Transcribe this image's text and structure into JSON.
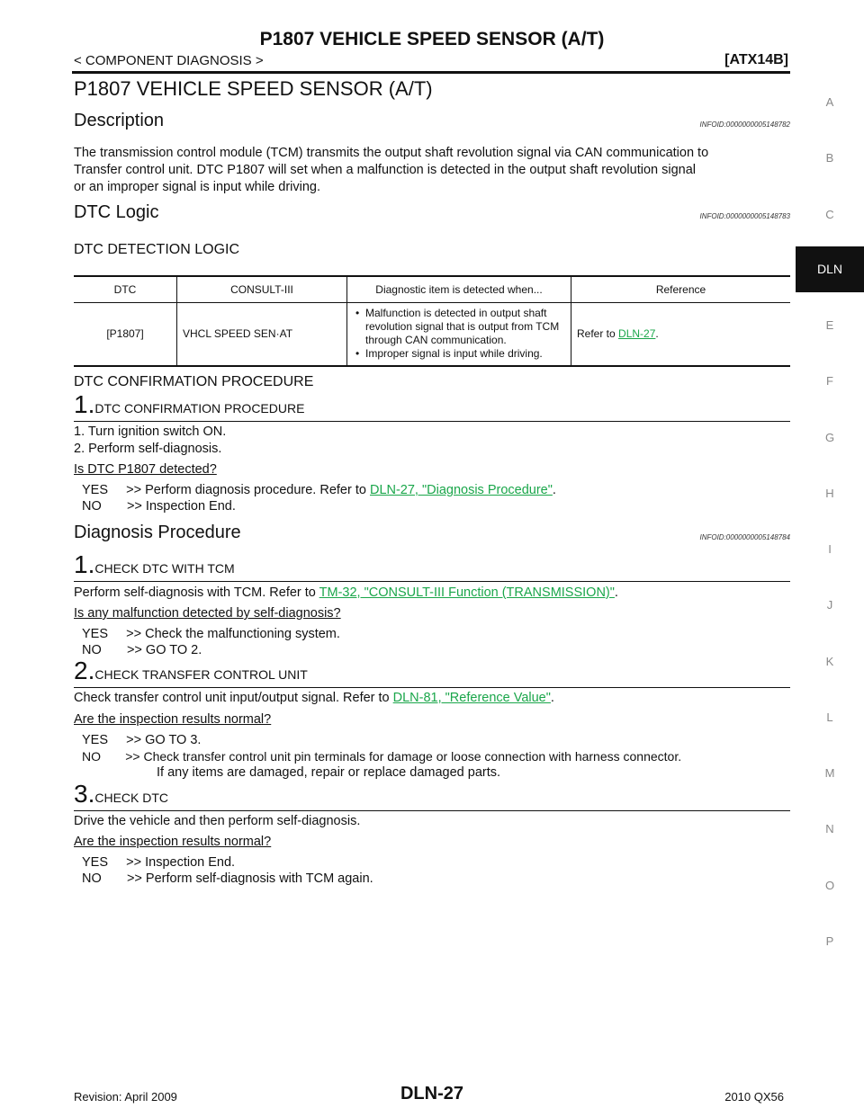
{
  "header": {
    "title": "P1807 VEHICLE SPEED SENSOR (A/T)",
    "section": "< COMPONENT DIAGNOSIS >",
    "code": "[ATX14B]"
  },
  "page_title": "P1807 VEHICLE SPEED SENSOR (A/T)",
  "description": {
    "heading": "Description",
    "infoid": "INFOID:0000000005148782",
    "lines": [
      "The transmission control module (TCM) transmits the output shaft revolution signal via CAN communication to",
      "Transfer control unit.  DTC P1807 will set when a malfunction is detected in the output shaft revolution signal",
      "or an improper signal is input while driving."
    ]
  },
  "dtc_logic": {
    "heading": "DTC Logic",
    "infoid": "INFOID:0000000005148783",
    "detection_heading": "DTC DETECTION LOGIC",
    "table": {
      "headers": [
        "DTC",
        "CONSULT-III",
        "Diagnostic item is detected when...",
        "Reference"
      ],
      "dtc": "[P1807]",
      "consult": "VHCL SPEED SEN·AT",
      "bullet_1": "Malfunction is detected in output shaft revolution signal that is output from TCM through CAN communication.",
      "bullet_2": "Improper signal is input while driving.",
      "ref_prefix": "Refer to ",
      "ref_link": "DLN-27",
      "ref_suffix": "."
    },
    "confirmation_heading": "DTC CONFIRMATION PROCEDURE",
    "step1": {
      "num": "1.",
      "title": "DTC CONFIRMATION PROCEDURE",
      "instr_1": "1.   Turn ignition switch ON.",
      "instr_2": "2.   Perform self-diagnosis.",
      "question": "Is DTC P1807 detected?",
      "yes_prefix": "YES     >> Perform diagnosis procedure. Refer to ",
      "yes_link": "DLN-27, \"Diagnosis Procedure\"",
      "yes_suffix": ".",
      "no": "NO       >> Inspection End."
    }
  },
  "diagnosis": {
    "heading": "Diagnosis Procedure",
    "infoid": "INFOID:0000000005148784",
    "step1": {
      "num": "1.",
      "title": "CHECK DTC WITH TCM",
      "instr_prefix": "Perform self-diagnosis with TCM. Refer to ",
      "instr_link": "TM-32, \"CONSULT-III Function (TRANSMISSION)\"",
      "instr_suffix": ".",
      "question": "Is any malfunction detected by self-diagnosis?",
      "yes": "YES     >> Check the malfunctioning system.",
      "no": "NO       >> GO TO 2."
    },
    "step2": {
      "num": "2.",
      "title": "CHECK TRANSFER CONTROL UNIT",
      "instr_prefix": "Check transfer control unit input/output signal. Refer to ",
      "instr_link": "DLN-81, \"Reference Value\"",
      "instr_suffix": ".",
      "question": "Are the inspection results normal?",
      "yes": "YES     >> GO TO 3.",
      "no_1": "NO       >> Check transfer control unit pin terminals for damage or loose connection with harness connector.",
      "no_2": "If any items are damaged, repair or replace damaged parts."
    },
    "step3": {
      "num": "3.",
      "title": "CHECK DTC",
      "instr": "Drive the vehicle and then perform self-diagnosis.",
      "question": "Are the inspection results normal?",
      "yes": "YES     >> Inspection End.",
      "no": "NO       >> Perform self-diagnosis with TCM again."
    }
  },
  "side_index": {
    "a": "A",
    "b": "B",
    "c": "C",
    "active": "DLN",
    "e": "E",
    "f": "F",
    "g": "G",
    "h": "H",
    "i": "I",
    "j": "J",
    "k": "K",
    "l": "L",
    "m": "M",
    "n": "N",
    "o": "O",
    "p": "P"
  },
  "footer": {
    "revision": "Revision: April 2009",
    "page": "DLN-27",
    "model": "2010 QX56"
  }
}
